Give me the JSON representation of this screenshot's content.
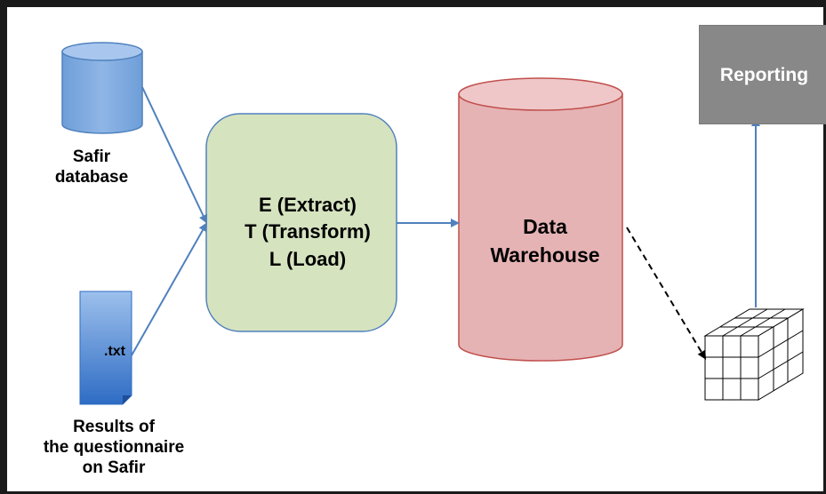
{
  "sources": {
    "database": {
      "label_line1": "Safir",
      "label_line2": "database",
      "icon": "database-cylinder-icon",
      "color": "#7aa7dd"
    },
    "file": {
      "extension": ".txt",
      "label_line1": "Results of",
      "label_line2": "the questionnaire",
      "label_line3": "on Safir",
      "icon": "text-file-icon",
      "color": "#3c78c8"
    }
  },
  "etl": {
    "line1": "E (Extract)",
    "line2": "T (Transform)",
    "line3": "L (Load)",
    "fill": "#d6e3bf",
    "stroke": "#4f81bd"
  },
  "warehouse": {
    "line1": "Data",
    "line2": "Warehouse",
    "fill": "#e6b3b5",
    "icon": "warehouse-cylinder-icon"
  },
  "cube": {
    "icon": "olap-cube-icon"
  },
  "reporting": {
    "label": "Reporting",
    "fill": "#888888"
  },
  "colors": {
    "arrow": "#4f81bd",
    "dashed_arrow": "#000000"
  }
}
